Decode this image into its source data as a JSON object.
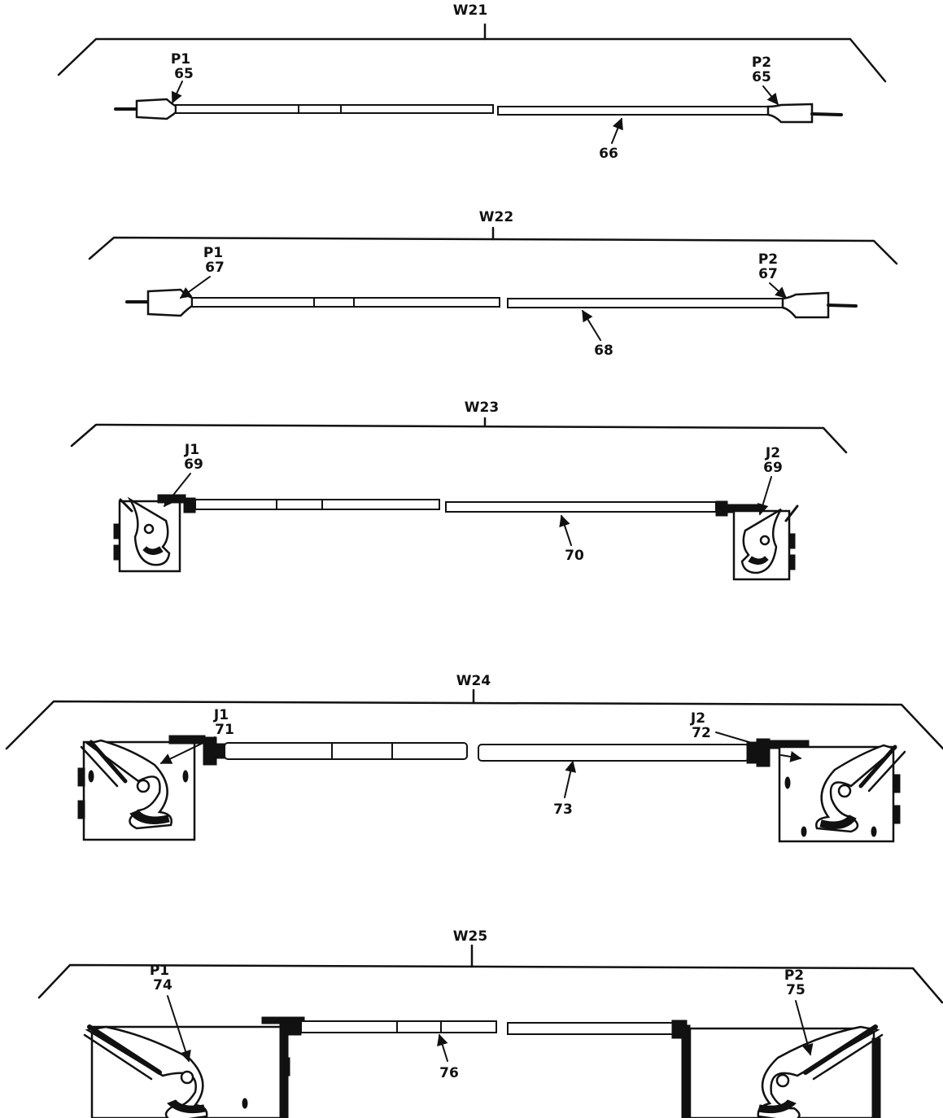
{
  "ink_color": "#111111",
  "background": "#ffffff",
  "assemblies": [
    {
      "id": "W21",
      "end_left": {
        "ref": "P1",
        "item": "65"
      },
      "end_right": {
        "ref": "P2",
        "item": "65"
      },
      "cable_item": "66"
    },
    {
      "id": "W22",
      "end_left": {
        "ref": "P1",
        "item": "67"
      },
      "end_right": {
        "ref": "P2",
        "item": "67"
      },
      "cable_item": "68"
    },
    {
      "id": "W23",
      "end_left": {
        "ref": "J1",
        "item": "69"
      },
      "end_right": {
        "ref": "J2",
        "item": "69"
      },
      "cable_item": "70"
    },
    {
      "id": "W24",
      "end_left": {
        "ref": "J1",
        "item": "71"
      },
      "end_right": {
        "ref": "J2",
        "item": "72"
      },
      "cable_item": "73"
    },
    {
      "id": "W25",
      "end_left": {
        "ref": "P1",
        "item": "74"
      },
      "end_right": {
        "ref": "P2",
        "item": "75"
      },
      "cable_item": "76"
    }
  ]
}
